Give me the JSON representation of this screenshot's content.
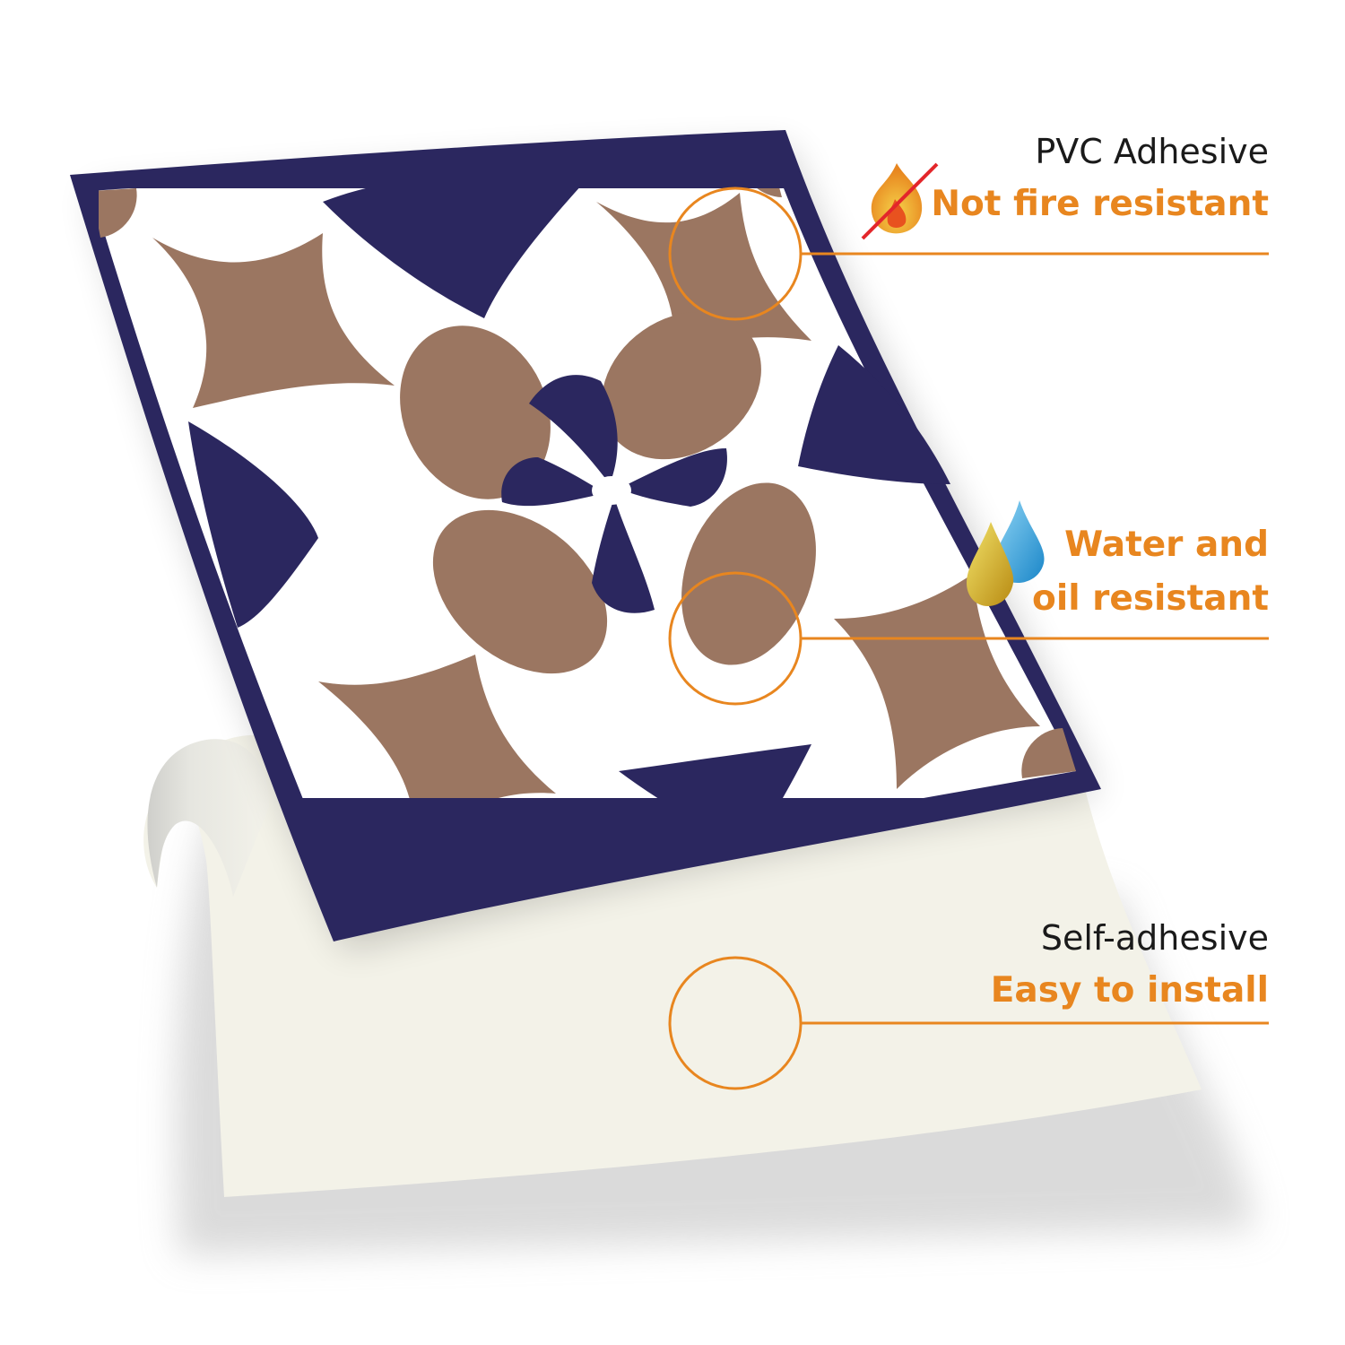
{
  "colors": {
    "navy": "#2b275f",
    "tan": "#9b7661",
    "orange": "#e8861f",
    "backing": "#f1f0e6",
    "text": "#1a1a1a"
  },
  "features": [
    {
      "label": "PVC Adhesive",
      "highlight": "Not fire resistant",
      "icon": "no-fire-icon"
    },
    {
      "label": "",
      "highlight": "Water and oil resistant",
      "highlight_lines": [
        "Water and",
        "oil resistant"
      ],
      "icon": "water-oil-drops-icon"
    },
    {
      "label": "Self-adhesive",
      "highlight": "Easy to install",
      "icon": ""
    }
  ]
}
